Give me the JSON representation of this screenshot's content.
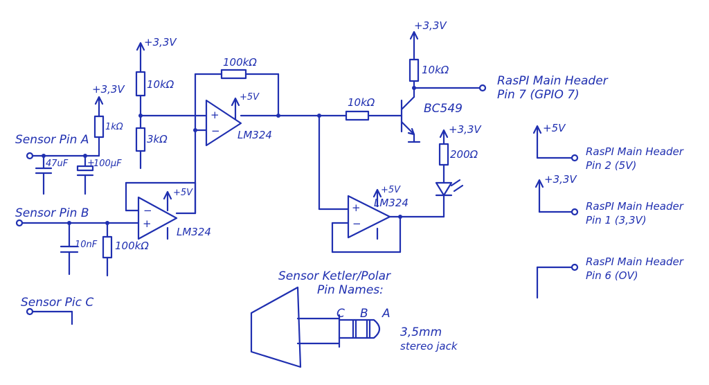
{
  "sensor_pins": {
    "a": "Sensor Pin A",
    "b": "Sensor Pin B",
    "c": "Sensor Pic C"
  },
  "supply": {
    "v33": "+3,3V",
    "v5": "+5V"
  },
  "components": {
    "r_10k_left": "10kΩ",
    "r_3k": "3kΩ",
    "r_1k": "1kΩ",
    "r_100k_fb": "100kΩ",
    "r_100k_b": "100kΩ",
    "r_10k_base": "10kΩ",
    "r_10k_pullup": "10kΩ",
    "r_200": "200Ω",
    "c_47u": "47uF",
    "c_100u": "100µF",
    "c_10n": "10nF",
    "cap_plus": "+",
    "opamp_name": "LM324",
    "transistor": "BC549",
    "opamp_minus": "−",
    "opamp_plus": "+"
  },
  "header": {
    "title": "RasPI Main Header",
    "pin7": "Pin 7 (GPIO 7)",
    "pin2": "Pin 2 (5V)",
    "pin1": "Pin 1 (3,3V)",
    "pin6": "Pin 6 (OV)"
  },
  "jack": {
    "title1": "Sensor Ketler/Polar",
    "title2": "Pin Names:",
    "c": "C",
    "b": "B",
    "a": "A",
    "size": "3,5mm",
    "type": "stereo jack"
  }
}
